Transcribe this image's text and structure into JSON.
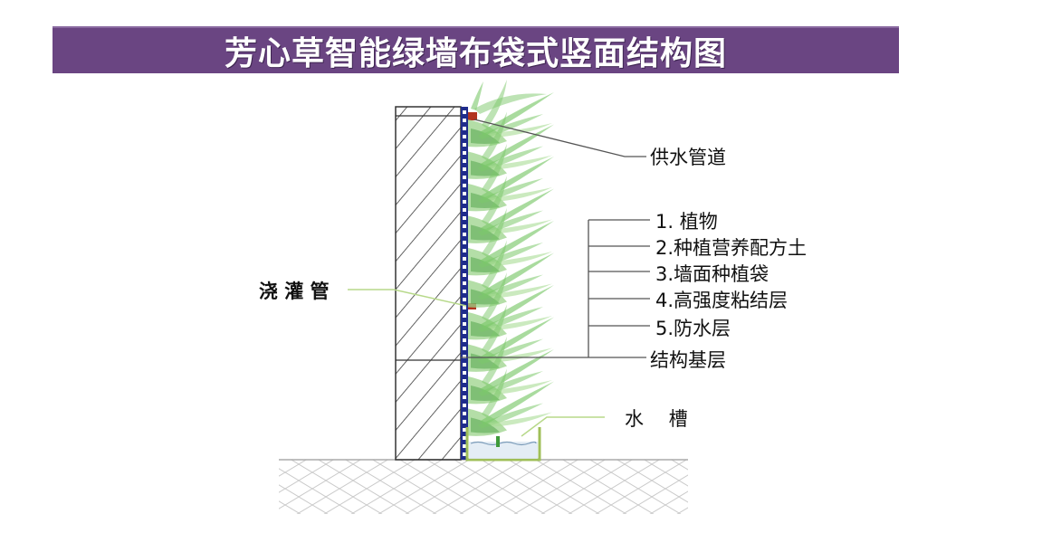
{
  "title": "芳心草智能绿墙布袋式竖面结构图",
  "labels": {
    "water_pipe": "供水管道",
    "layer_1": "1. 植物",
    "layer_2": "2.种植营养配方土",
    "layer_3": "3.墙面种植袋",
    "layer_4": "4.高强度粘结层",
    "layer_5": "5.防水层",
    "base_layer": "结构基层",
    "irrigation_pipe": "浇 灌 管",
    "water_trough": "水　 槽"
  },
  "colors": {
    "banner": "#6a4582",
    "plant_green": "#7bc86a",
    "plant_dark": "#3f9a3a",
    "pipe_blue": "#1f2c8c",
    "leader_line": "#555555",
    "irrigation_leader": "#b7d98a"
  }
}
